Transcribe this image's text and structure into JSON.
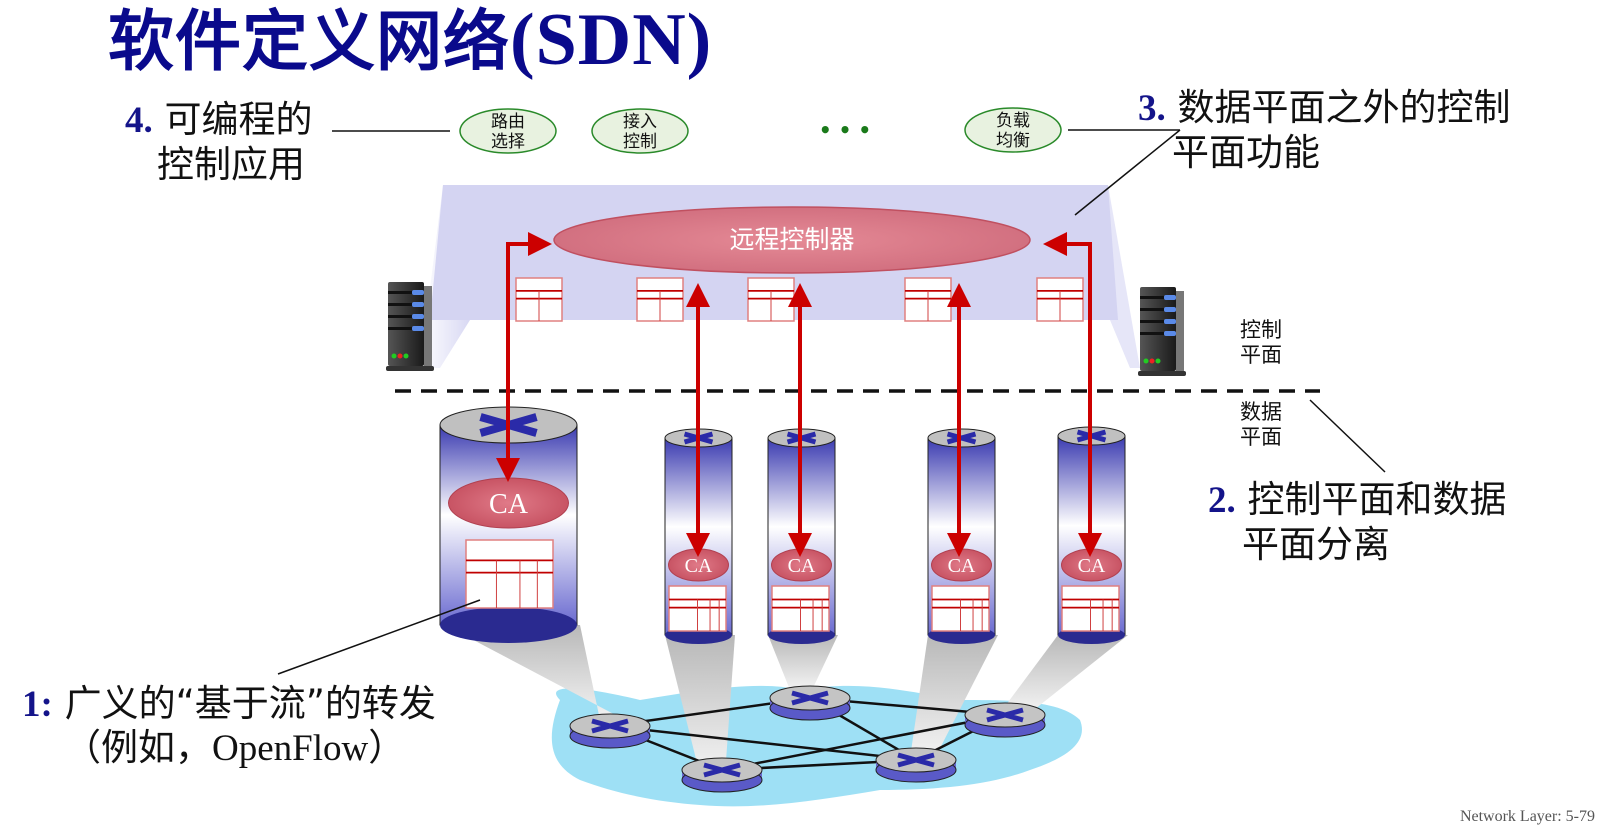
{
  "title": {
    "cn": "软件定义网络",
    "en": "(SDN)"
  },
  "callouts": {
    "c1": {
      "num": "1:",
      "line1": "广义的“基于流”的转发",
      "line2": "（例如，OpenFlow）"
    },
    "c2": {
      "num": "2.",
      "line1": "控制平面和数据",
      "line2": "平面分离"
    },
    "c3": {
      "num": "3.",
      "line1": "数据平面之外的控制",
      "line2": "平面功能"
    },
    "c4": {
      "num": "4.",
      "line1": "可编程的",
      "line2": "控制应用"
    }
  },
  "apps": [
    {
      "line1": "路由",
      "line2": "选择"
    },
    {
      "line1": "接入",
      "line2": "控制"
    },
    {
      "line1": "负载",
      "line2": "均衡"
    }
  ],
  "apps_ellipsis": "• • •",
  "controller_label": "远程控制器",
  "plane_labels": {
    "control": {
      "line1": "控制",
      "line2": "平面"
    },
    "data": {
      "line1": "数据",
      "line2": "平面"
    }
  },
  "switches": [
    {
      "ca_label": "CA"
    },
    {
      "ca_label": "CA"
    },
    {
      "ca_label": "CA"
    },
    {
      "ca_label": "CA"
    },
    {
      "ca_label": "CA"
    }
  ],
  "colors": {
    "title": "#0a0a8c",
    "control_plane_fill": "#d4d4f2",
    "controller_fill": "#d9808c",
    "arrow_red": "#cc0000",
    "app_fill": "#e8f2e0",
    "app_stroke": "#2a8a2a",
    "network_cloud": "#9ee0f5",
    "switch_body": "#4a4ab8"
  },
  "footer": "Network Layer: 5-79"
}
